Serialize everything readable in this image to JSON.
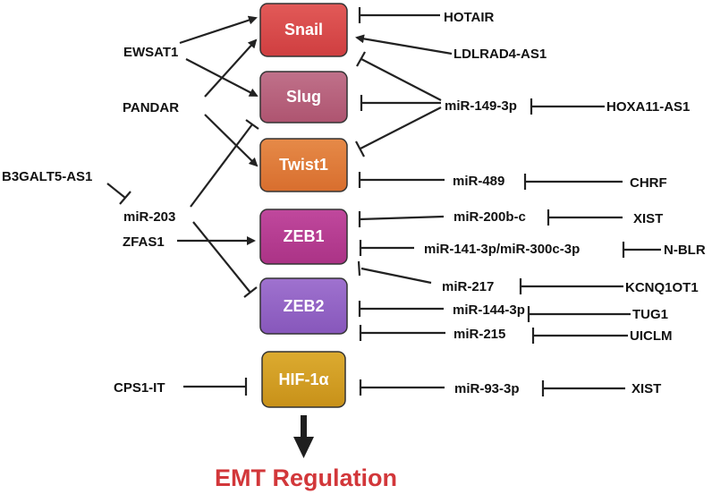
{
  "colors": {
    "snail": "#dc4a4a",
    "slug": "#b9607a",
    "twist1": "#df7b3a",
    "zeb1": "#b83c93",
    "zeb2": "#9464c6",
    "hif1a": "#d39e22",
    "box_border": "#333333",
    "line": "#222222",
    "title": "#d2373a"
  },
  "targets": {
    "snail": "Snail",
    "slug": "Slug",
    "twist1": "Twist1",
    "zeb1": "ZEB1",
    "zeb2": "ZEB2",
    "hif1a": "HIF-1α"
  },
  "left_regulators": {
    "ewsat1": "EWSAT1",
    "pandar": "PANDAR",
    "b3galt5": "B3GALT5-AS1",
    "mir203": "miR-203",
    "zfas1": "ZFAS1",
    "cps1it": "CPS1-IT"
  },
  "right_regulators": {
    "hotair": "HOTAIR",
    "ldlrad4": "LDLRAD4-AS1",
    "mir149": "miR-149-3p",
    "hoxa11": "HOXA11-AS1",
    "mir489": "miR-489",
    "chrf": "CHRF",
    "mir200": "miR-200b-c",
    "xist1": "XIST",
    "mir141": "miR-141-3p/miR-300c-3p",
    "nblr": "N-BLR",
    "mir217": "miR-217",
    "kcnq": "KCNQ1OT1",
    "mir144": "miR-144-3p",
    "tug1": "TUG1",
    "mir215": "miR-215",
    "uiclm": "UICLM",
    "mir93": "miR-93-3p",
    "xist2": "XIST"
  },
  "outcome": "EMT Regulation"
}
